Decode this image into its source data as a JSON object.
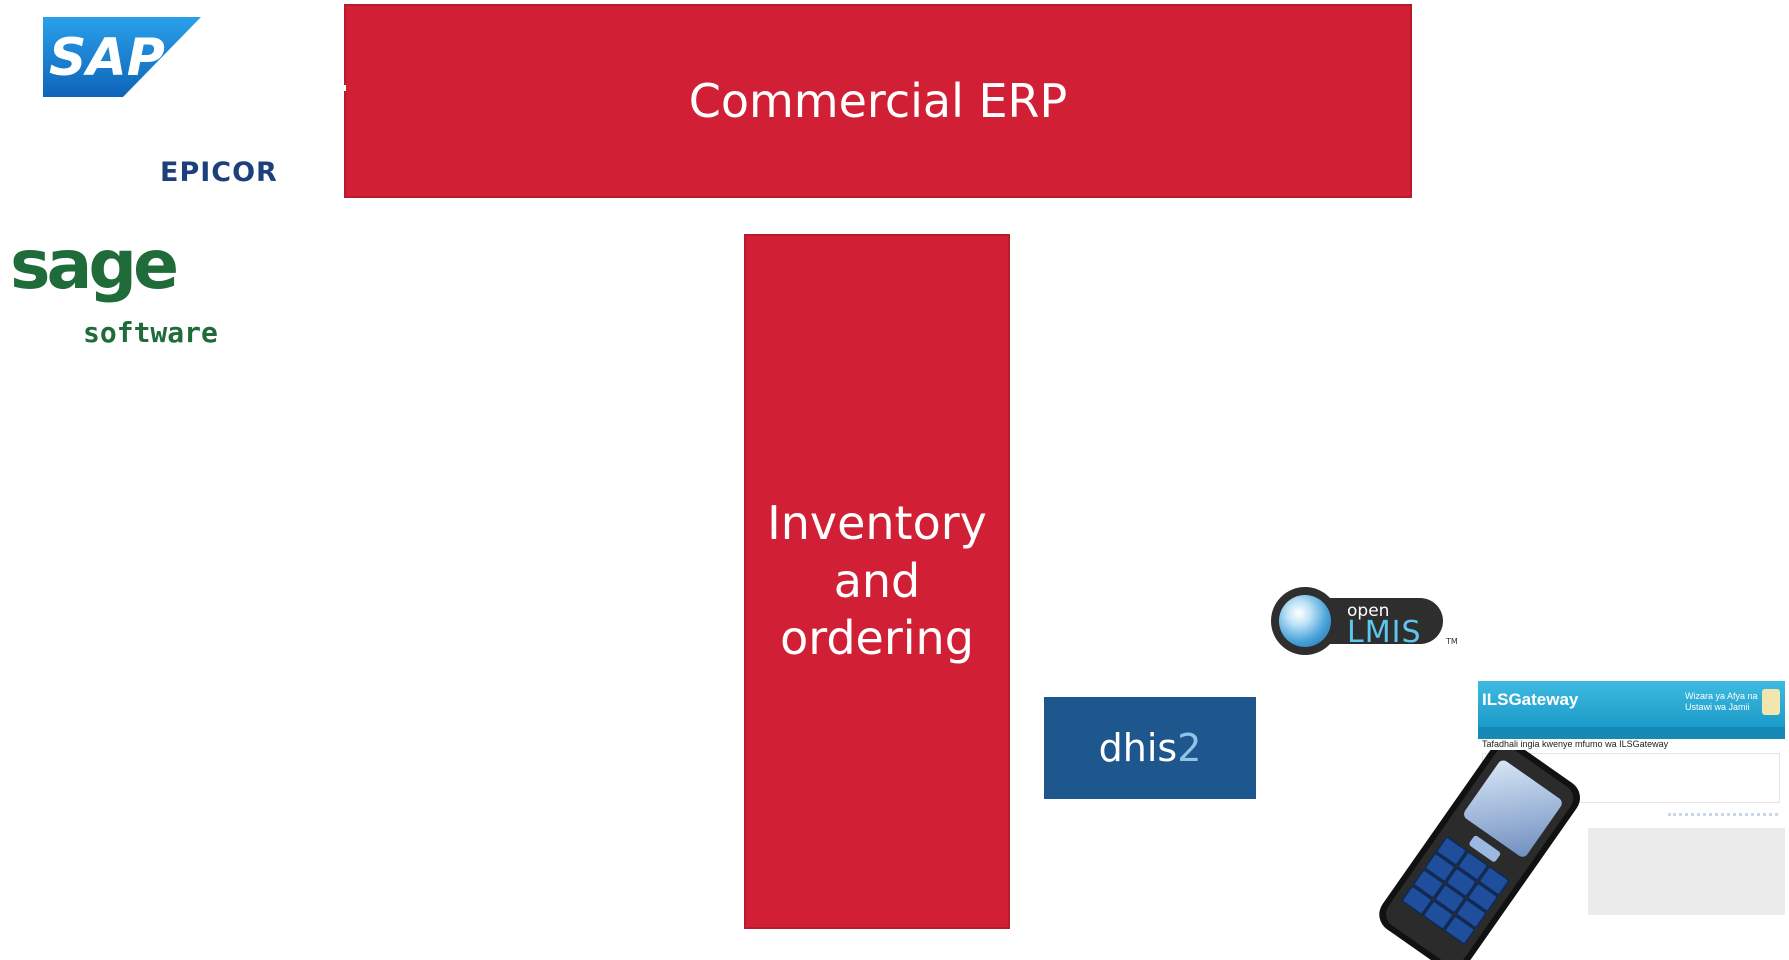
{
  "colors": {
    "accent": "#d11f35",
    "dhis2_bg": "#1d578e",
    "sage_green": "#1f6b3a",
    "sap_blue": "#1a7fd4"
  },
  "erp": {
    "label": "Commercial ERP"
  },
  "inventory": {
    "lines": [
      "Inventory",
      "and",
      "ordering"
    ]
  },
  "logos": {
    "sap": "SAP",
    "epicor": "EPICOR",
    "sage_word": "sage",
    "sage_sub": "software",
    "dhis2_word": "dhis",
    "dhis2_num": "2",
    "openlmis_open": "open",
    "openlmis_lmis": "LMIS",
    "openlmis_tm": "TM"
  },
  "ilsgateway": {
    "title": "ILSGateway",
    "right_line1": "Wizara ya Afya na",
    "right_line2": "Ustawi wa Jamii",
    "message": "Tafadhali ingia kwenye mfumo wa ILSGateway"
  },
  "icons": {
    "globe": "globe-icon",
    "phone": "mobile-phone-icon",
    "flag": "coat-of-arms-icon"
  }
}
